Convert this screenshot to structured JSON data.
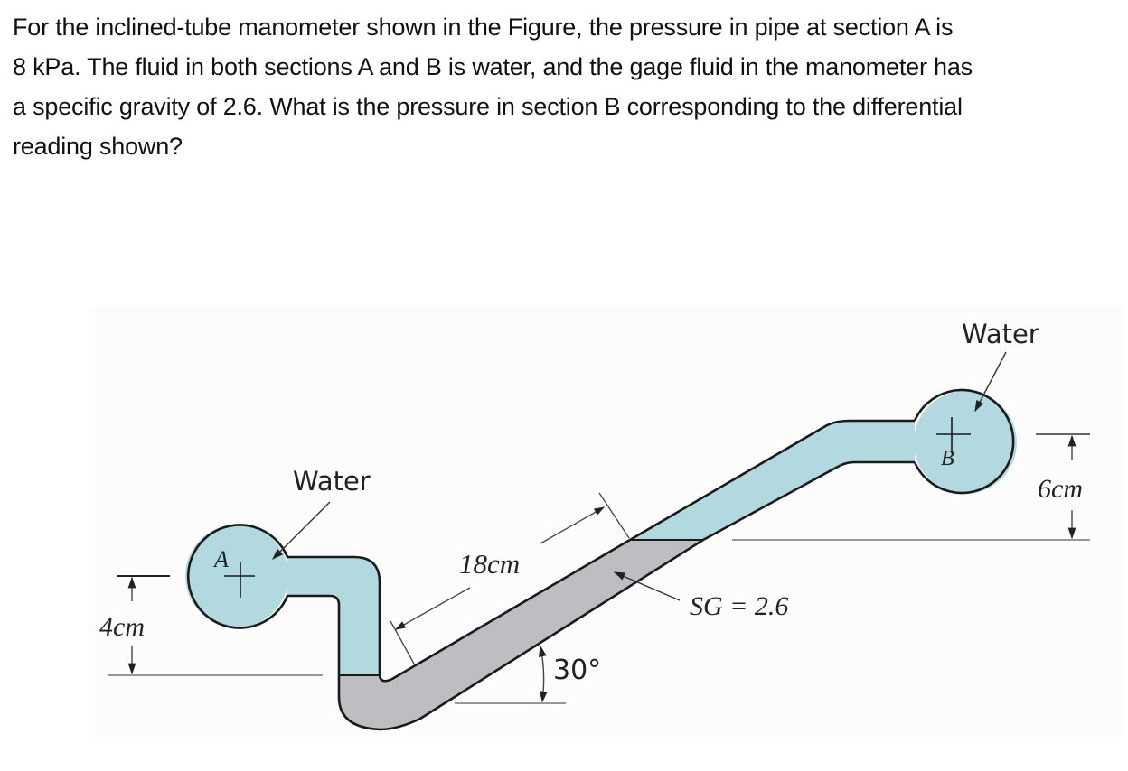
{
  "problem": {
    "lines": [
      "For the inclined-tube manometer shown in the Figure, the pressure in pipe at section A is",
      "8 kPa. The fluid in both sections A and B is water, and the gage fluid in the manometer has",
      "a specific gravity of 2.6. What is the pressure in section B corresponding to the differential",
      "reading shown?"
    ]
  },
  "figure": {
    "colors": {
      "background": "#fcfcfc",
      "water": "#b2d8e0",
      "gage_fluid": "#bcbec2",
      "outline": "#1a1a1a",
      "dimension_line": "#555555"
    },
    "labels": {
      "water_a": "Water",
      "water_b": "Water",
      "point_a": "A",
      "point_b": "B",
      "dim_a": "4cm",
      "dim_b": "6cm",
      "dim_incline": "18cm",
      "specific_gravity": "SG = 2.6",
      "angle": "30°"
    }
  }
}
